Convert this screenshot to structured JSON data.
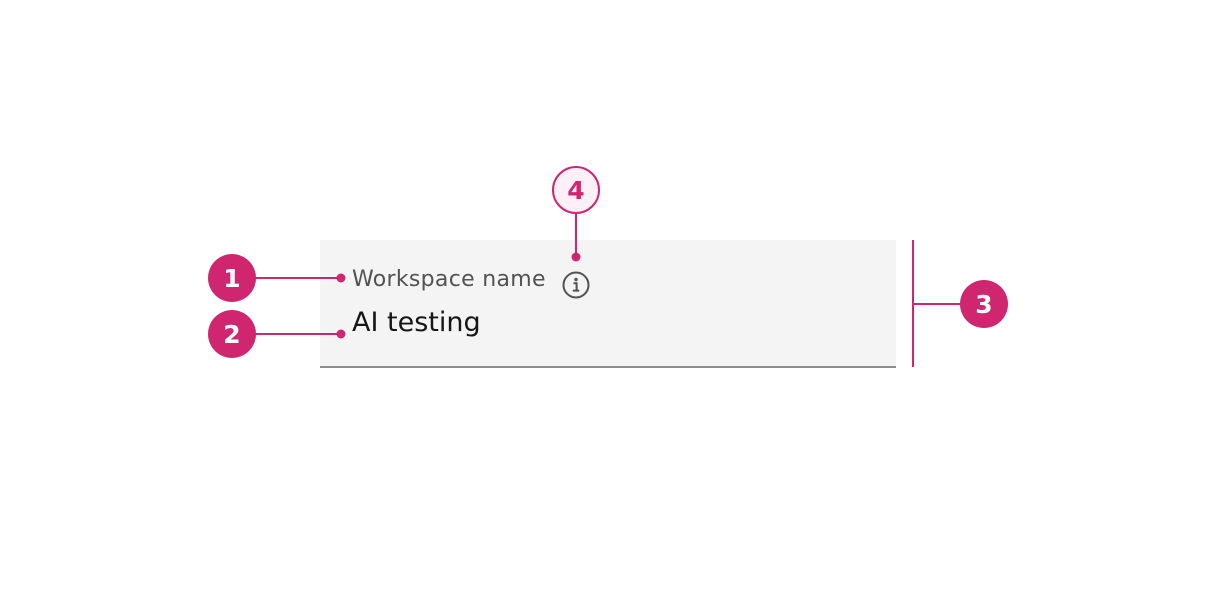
{
  "field": {
    "label": "Workspace name",
    "value": "AI testing",
    "info_icon": "info-icon"
  },
  "markers": [
    "1",
    "2",
    "3",
    "4"
  ],
  "colors": {
    "accent": "#d02670",
    "accent_light_fill": "#fff0f7",
    "field_background": "#f4f4f4",
    "field_border": "#8d8d8d",
    "label_text": "#525252",
    "value_text": "#161616"
  }
}
